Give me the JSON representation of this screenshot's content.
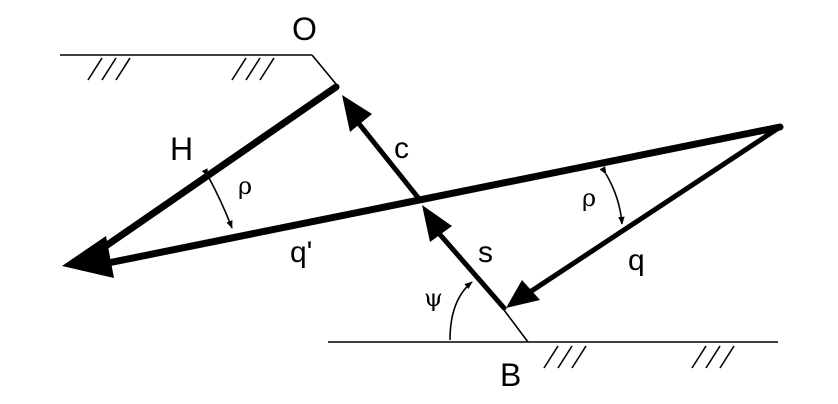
{
  "labels": {
    "O": "O",
    "B": "B",
    "H": "H",
    "c": "c",
    "s": "s",
    "q": "q",
    "q_prime": "q'",
    "rho_left": "ρ",
    "rho_right": "ρ",
    "psi": "ψ"
  },
  "colors": {
    "stroke": "#000000",
    "background": "#ffffff"
  }
}
